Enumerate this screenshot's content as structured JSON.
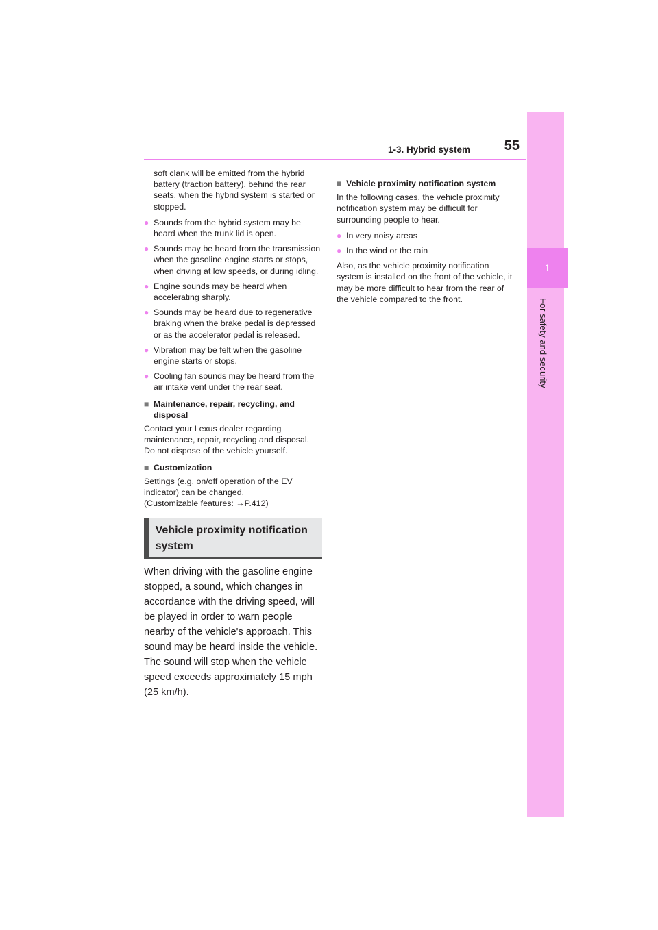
{
  "header": {
    "page_number": "55",
    "section_title": "1-3. Hybrid system"
  },
  "side_tab": {
    "chapter_number": "1",
    "chapter_title": "For safety and security"
  },
  "left_column": {
    "continuation": "soft clank will be emitted from the hybrid battery (traction battery), behind the rear seats, when the hybrid system is started or stopped.",
    "bullets": [
      "Sounds from the hybrid system may be heard when the trunk lid is open.",
      "Sounds may be heard from the transmission when the gasoline engine starts or stops, when driving at low speeds, or during idling.",
      "Engine sounds may be heard when accelerating sharply.",
      "Sounds may be heard due to regenerative braking when the brake pedal is depressed or as the accelerator pedal is released.",
      "Vibration may be felt when the gasoline engine starts or stops.",
      "Cooling fan sounds may be heard from the air intake vent under the rear seat."
    ],
    "maintenance_heading": "Maintenance, repair, recycling, and disposal",
    "maintenance_text": "Contact your Lexus dealer regarding maintenance, repair, recycling and disposal. Do not dispose of the vehicle yourself.",
    "customization_heading": "Customization",
    "customization_text": "Settings (e.g. on/off operation of the EV indicator) can be changed.",
    "customization_ref": "(Customizable features: →P.412)",
    "box_heading": "Vehicle proximity notification system",
    "body_text": "When driving with the gasoline engine stopped, a sound, which changes in accordance with the driving speed, will be played in order to warn people nearby of the vehicle's approach. This sound may be heard inside the vehicle. The sound will stop when the vehicle speed exceeds approximately 15 mph (25 km/h)."
  },
  "right_column": {
    "heading": "Vehicle proximity notification system",
    "intro": "In the following cases, the vehicle proximity notification system may be difficult for surrounding people to hear.",
    "bullets": [
      "In very noisy areas",
      "In the wind or the rain"
    ],
    "closing": "Also, as the vehicle proximity notification system is installed on the front of the vehicle, it may be more difficult to hear from the rear of the vehicle compared to the front."
  },
  "marks": {
    "bullet": "●",
    "square": "■"
  }
}
